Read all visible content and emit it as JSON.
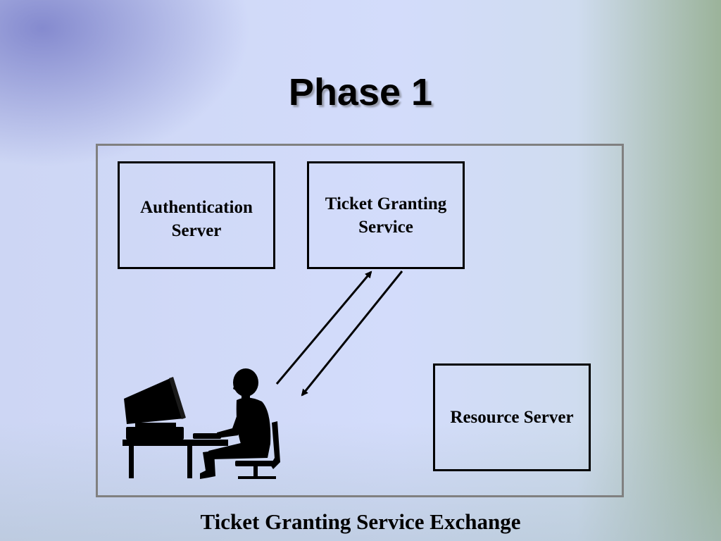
{
  "slide": {
    "title": "Phase 1",
    "caption": "Ticket Granting Service Exchange"
  },
  "diagram": {
    "nodes": {
      "authentication_server": "Authentication\nServer",
      "ticket_granting_service": "Ticket Granting\nService",
      "resource_server": "Resource Server"
    },
    "client_icon": "person-at-computer-icon"
  },
  "colors": {
    "frame_border": "#808080",
    "box_border": "#000000",
    "text": "#000000"
  }
}
